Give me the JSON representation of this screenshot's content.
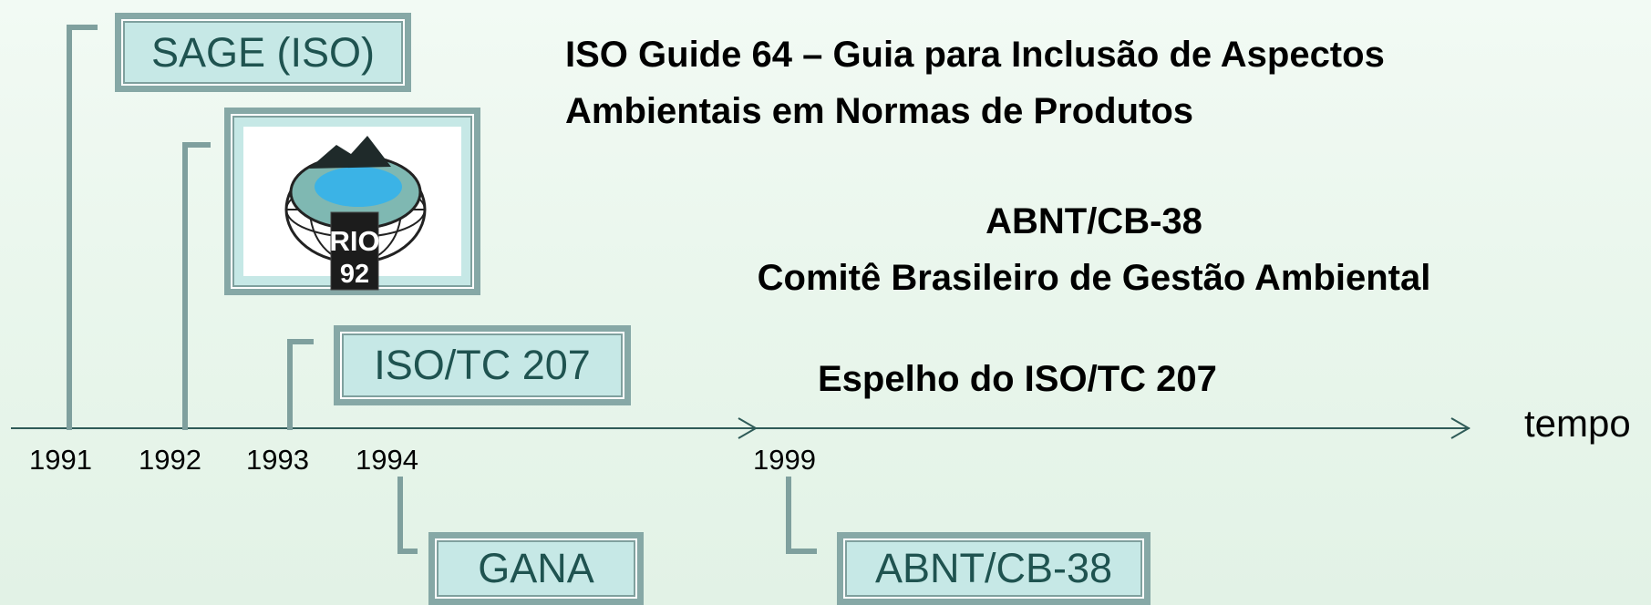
{
  "boxes": {
    "sage": "SAGE (ISO)",
    "iso_tc": "ISO/TC 207",
    "gana": "GANA",
    "abnt": "ABNT/CB-38"
  },
  "logo": {
    "text_top": "RIO",
    "text_bottom": "92"
  },
  "headings": {
    "guide_line1": "ISO Guide 64 – Guia para Inclusão de Aspectos",
    "guide_line2": "Ambientais em Normas de Produtos",
    "abnt_line1": "ABNT/CB-38",
    "abnt_line2": "Comitê Brasileiro de Gestão Ambiental",
    "mirror": "Espelho do ISO/TC 207"
  },
  "timeline": {
    "axis_label": "tempo",
    "years": [
      "1991",
      "1992",
      "1993",
      "1994",
      "1999"
    ]
  },
  "colors": {
    "box_fill": "#c6e8e6",
    "box_border": "#86a8a6",
    "box_text": "#1f5350",
    "axis": "#2f5b58"
  }
}
